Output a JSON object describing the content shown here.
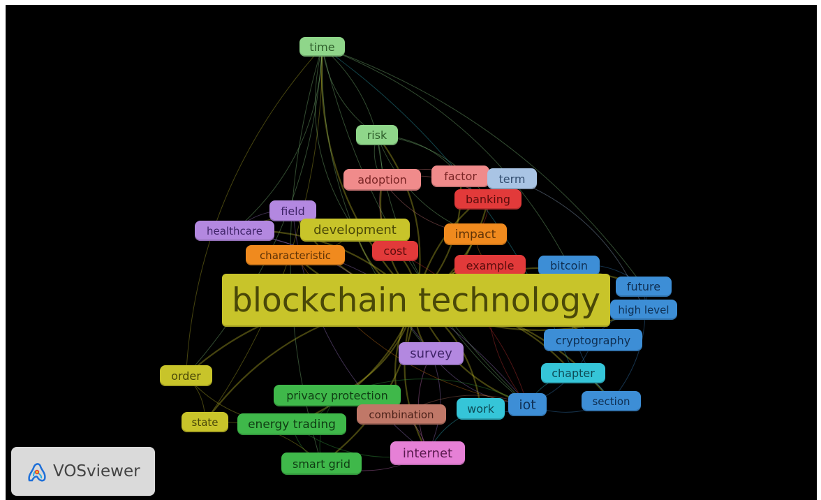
{
  "app": {
    "name": "VOSviewer"
  },
  "nodes": [
    {
      "id": "time",
      "label": "time",
      "cluster": "light-green"
    },
    {
      "id": "risk",
      "label": "risk",
      "cluster": "light-green"
    },
    {
      "id": "adoption",
      "label": "adoption",
      "cluster": "pink"
    },
    {
      "id": "factor",
      "label": "factor",
      "cluster": "pink"
    },
    {
      "id": "term",
      "label": "term",
      "cluster": "light-blue"
    },
    {
      "id": "banking",
      "label": "banking",
      "cluster": "red"
    },
    {
      "id": "field",
      "label": "field",
      "cluster": "purple"
    },
    {
      "id": "healthcare",
      "label": "healthcare",
      "cluster": "purple"
    },
    {
      "id": "development",
      "label": "development",
      "cluster": "yellow"
    },
    {
      "id": "impact",
      "label": "impact",
      "cluster": "orange"
    },
    {
      "id": "characteristic",
      "label": "characteristic",
      "cluster": "orange"
    },
    {
      "id": "cost",
      "label": "cost",
      "cluster": "red"
    },
    {
      "id": "example",
      "label": "example",
      "cluster": "red"
    },
    {
      "id": "bitcoin",
      "label": "bitcoin",
      "cluster": "blue"
    },
    {
      "id": "future",
      "label": "future",
      "cluster": "blue"
    },
    {
      "id": "blockchain-technology",
      "label": "blockchain technology",
      "cluster": "yellow"
    },
    {
      "id": "high-level",
      "label": "high level",
      "cluster": "blue"
    },
    {
      "id": "cryptography",
      "label": "cryptography",
      "cluster": "blue"
    },
    {
      "id": "survey",
      "label": "survey",
      "cluster": "purple"
    },
    {
      "id": "chapter",
      "label": "chapter",
      "cluster": "cyan"
    },
    {
      "id": "order",
      "label": "order",
      "cluster": "yellow"
    },
    {
      "id": "privacy-protection",
      "label": "privacy protection",
      "cluster": "green"
    },
    {
      "id": "combination",
      "label": "combination",
      "cluster": "brown"
    },
    {
      "id": "work",
      "label": "work",
      "cluster": "cyan"
    },
    {
      "id": "iot",
      "label": "iot",
      "cluster": "blue"
    },
    {
      "id": "section",
      "label": "section",
      "cluster": "blue"
    },
    {
      "id": "state",
      "label": "state",
      "cluster": "yellow"
    },
    {
      "id": "energy-trading",
      "label": "energy trading",
      "cluster": "green"
    },
    {
      "id": "internet",
      "label": "internet",
      "cluster": "pink-magenta"
    },
    {
      "id": "smart-grid",
      "label": "smart grid",
      "cluster": "green"
    }
  ],
  "clusters": {
    "light-green": {
      "bg": "#8fd68a",
      "fg": "#2f5f2b"
    },
    "pink": {
      "bg": "#f08b8b",
      "fg": "#7a2525"
    },
    "light-blue": {
      "bg": "#a9c4e4",
      "fg": "#334e70"
    },
    "red": {
      "bg": "#e23a3a",
      "fg": "#5a0c0c"
    },
    "purple": {
      "bg": "#b388e0",
      "fg": "#3f2468"
    },
    "yellow": {
      "bg": "#c8c42a",
      "fg": "#4a4808"
    },
    "orange": {
      "bg": "#f08a1e",
      "fg": "#5e3206"
    },
    "blue": {
      "bg": "#3d8ed6",
      "fg": "#0f2f52"
    },
    "cyan": {
      "bg": "#35c5d8",
      "fg": "#0d4a55"
    },
    "green": {
      "bg": "#3fb84a",
      "fg": "#0f3c13"
    },
    "brown": {
      "bg": "#c07868",
      "fg": "#4a2018"
    },
    "pink-magenta": {
      "bg": "#e680d6",
      "fg": "#5a1a4e"
    }
  },
  "edges": [
    [
      "blockchain-technology",
      "time"
    ],
    [
      "blockchain-technology",
      "risk"
    ],
    [
      "blockchain-technology",
      "adoption"
    ],
    [
      "blockchain-technology",
      "factor"
    ],
    [
      "blockchain-technology",
      "term"
    ],
    [
      "blockchain-technology",
      "banking"
    ],
    [
      "blockchain-technology",
      "field"
    ],
    [
      "blockchain-technology",
      "healthcare"
    ],
    [
      "blockchain-technology",
      "development"
    ],
    [
      "blockchain-technology",
      "impact"
    ],
    [
      "blockchain-technology",
      "characteristic"
    ],
    [
      "blockchain-technology",
      "cost"
    ],
    [
      "blockchain-technology",
      "example"
    ],
    [
      "blockchain-technology",
      "bitcoin"
    ],
    [
      "blockchain-technology",
      "future"
    ],
    [
      "blockchain-technology",
      "high-level"
    ],
    [
      "blockchain-technology",
      "cryptography"
    ],
    [
      "blockchain-technology",
      "survey"
    ],
    [
      "blockchain-technology",
      "chapter"
    ],
    [
      "blockchain-technology",
      "order"
    ],
    [
      "blockchain-technology",
      "privacy-protection"
    ],
    [
      "blockchain-technology",
      "combination"
    ],
    [
      "blockchain-technology",
      "work"
    ],
    [
      "blockchain-technology",
      "iot"
    ],
    [
      "blockchain-technology",
      "section"
    ],
    [
      "blockchain-technology",
      "state"
    ],
    [
      "blockchain-technology",
      "energy-trading"
    ],
    [
      "blockchain-technology",
      "internet"
    ],
    [
      "blockchain-technology",
      "smart-grid"
    ],
    [
      "time",
      "risk"
    ],
    [
      "time",
      "adoption"
    ],
    [
      "time",
      "development"
    ],
    [
      "time",
      "healthcare"
    ],
    [
      "time",
      "iot"
    ],
    [
      "time",
      "future"
    ],
    [
      "time",
      "smart-grid"
    ],
    [
      "time",
      "order"
    ],
    [
      "time",
      "survey"
    ],
    [
      "time",
      "bitcoin"
    ],
    [
      "risk",
      "adoption"
    ],
    [
      "risk",
      "factor"
    ],
    [
      "risk",
      "impact"
    ],
    [
      "risk",
      "banking"
    ],
    [
      "risk",
      "iot"
    ],
    [
      "adoption",
      "factor"
    ],
    [
      "adoption",
      "impact"
    ],
    [
      "adoption",
      "banking"
    ],
    [
      "adoption",
      "cost"
    ],
    [
      "factor",
      "term"
    ],
    [
      "factor",
      "banking"
    ],
    [
      "banking",
      "impact"
    ],
    [
      "impact",
      "example"
    ],
    [
      "development",
      "field"
    ],
    [
      "development",
      "healthcare"
    ],
    [
      "development",
      "characteristic"
    ],
    [
      "field",
      "healthcare"
    ],
    [
      "bitcoin",
      "future"
    ],
    [
      "bitcoin",
      "cryptography"
    ],
    [
      "future",
      "high-level"
    ],
    [
      "high-level",
      "cryptography"
    ],
    [
      "cryptography",
      "iot"
    ],
    [
      "chapter",
      "iot"
    ],
    [
      "chapter",
      "section"
    ],
    [
      "iot",
      "section"
    ],
    [
      "iot",
      "work"
    ],
    [
      "work",
      "internet"
    ],
    [
      "internet",
      "smart-grid"
    ],
    [
      "internet",
      "combination"
    ],
    [
      "internet",
      "survey"
    ],
    [
      "energy-trading",
      "smart-grid"
    ],
    [
      "privacy-protection",
      "energy-trading"
    ],
    [
      "privacy-protection",
      "smart-grid"
    ],
    [
      "order",
      "state"
    ],
    [
      "order",
      "energy-trading"
    ],
    [
      "state",
      "smart-grid"
    ],
    [
      "survey",
      "iot"
    ],
    [
      "survey",
      "internet"
    ],
    [
      "survey",
      "healthcare"
    ],
    [
      "combination",
      "iot"
    ],
    [
      "section",
      "future"
    ],
    [
      "section",
      "bitcoin"
    ],
    [
      "chapter",
      "time"
    ],
    [
      "order",
      "time"
    ],
    [
      "state",
      "time"
    ],
    [
      "healthcare",
      "iot"
    ],
    [
      "field",
      "internet"
    ],
    [
      "term",
      "high-level"
    ],
    [
      "characteristic",
      "iot"
    ],
    [
      "cost",
      "iot"
    ],
    [
      "example",
      "iot"
    ],
    [
      "privacy-protection",
      "iot"
    ],
    [
      "energy-trading",
      "internet"
    ]
  ]
}
